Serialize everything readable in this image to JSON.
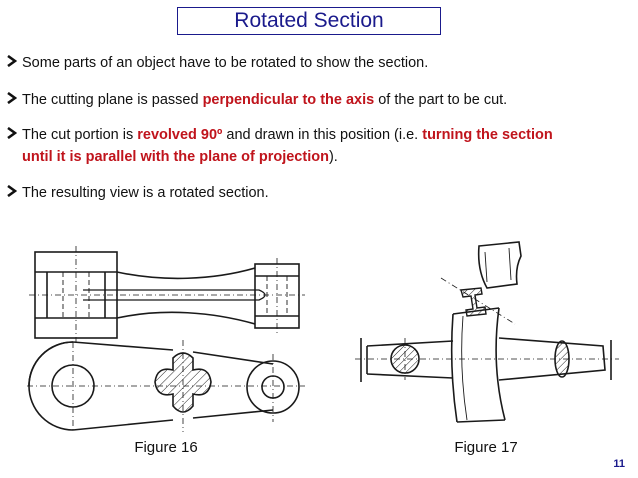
{
  "title": "Rotated Section",
  "bullets": [
    {
      "text": "Some parts of an object have to be rotated to show the section."
    },
    {
      "before": "The cutting plane is passed ",
      "highlight": "perpendicular to the axis",
      "after": " of the part to be cut."
    },
    {
      "before": "The cut portion is ",
      "highlight1": "revolved 90º",
      "middle": " and drawn in this position (i.e. ",
      "highlight2_line1": "turning the section",
      "highlight2_line2": "until it is parallel with the plane of projection",
      "after": ")."
    },
    {
      "text": "The resulting view is a rotated section."
    }
  ],
  "figures": [
    {
      "caption": "Figure 16"
    },
    {
      "caption": "Figure 17"
    }
  ],
  "slide_number": "11",
  "colors": {
    "title": "#1a1a8c",
    "highlight": "#c0141c",
    "text": "#111111"
  },
  "icons": {
    "bullet": "triangle-right-icon"
  }
}
